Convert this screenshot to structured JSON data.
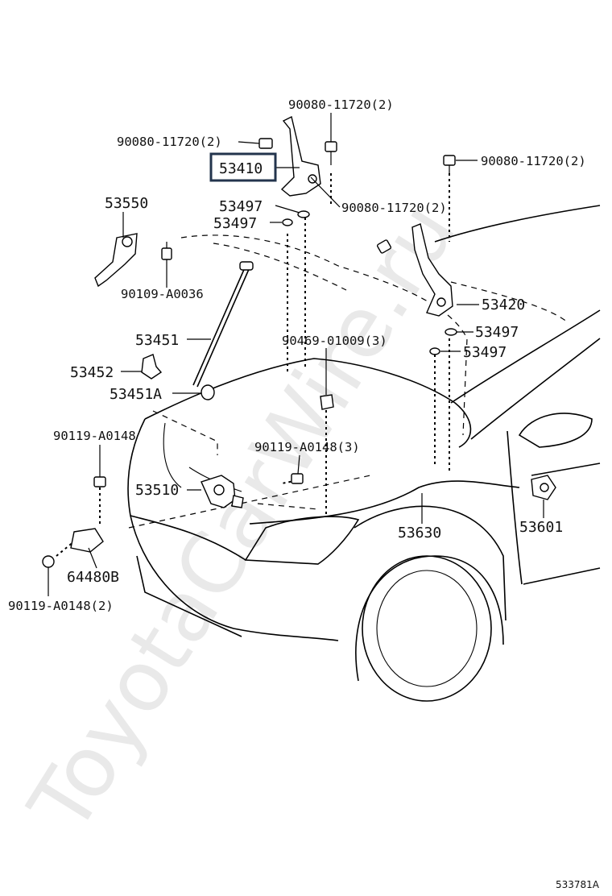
{
  "watermark": "ToyotaCarWire.ru",
  "diagram_code": "533781A",
  "highlighted_part": "53410",
  "labels": {
    "bolt_hinge_left": "90080-11720(2)",
    "bolt_hinge_top": "90080-11720(2)",
    "bolt_hinge_right_top": "90080-11720(2)",
    "bolt_hinge_right": "90080-11720(2)",
    "hinge_left": "53410",
    "hinge_right": "53420",
    "cushion_a": "53497",
    "cushion_b": "53497",
    "cushion_c": "53497",
    "cushion_d": "53497",
    "hood_stay_lever": "53550",
    "screw_a0036": "90109-A0036",
    "hood_stay": "53451",
    "stay_holder": "53452",
    "stay_grommet": "53451A",
    "clip_01009": "90469-01009(3)",
    "bolt_a0148_single": "90119-A0148",
    "bolt_a0148_three": "90119-A0148(3)",
    "hood_lock": "53510",
    "release_cable": "53630",
    "release_lever": "53601",
    "lock_support": "64480B",
    "bolt_a0148_two": "90119-A0148(2)"
  }
}
